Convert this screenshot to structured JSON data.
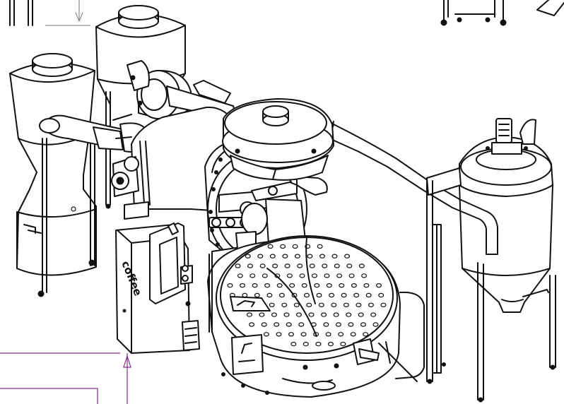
{
  "drawing": {
    "brand_text": "coffee",
    "line_color": "#111111",
    "dimension_color": "#8a2a8a",
    "background": "#ffffff",
    "cooling_tray_hole_rows": 11,
    "cooling_tray_hole_cols": 13,
    "components": [
      "cyclone-left",
      "cyclone-center",
      "roasting-drum",
      "chaff-hood",
      "control-panel",
      "cooling-tray",
      "dust-collector-right",
      "ducting"
    ]
  }
}
